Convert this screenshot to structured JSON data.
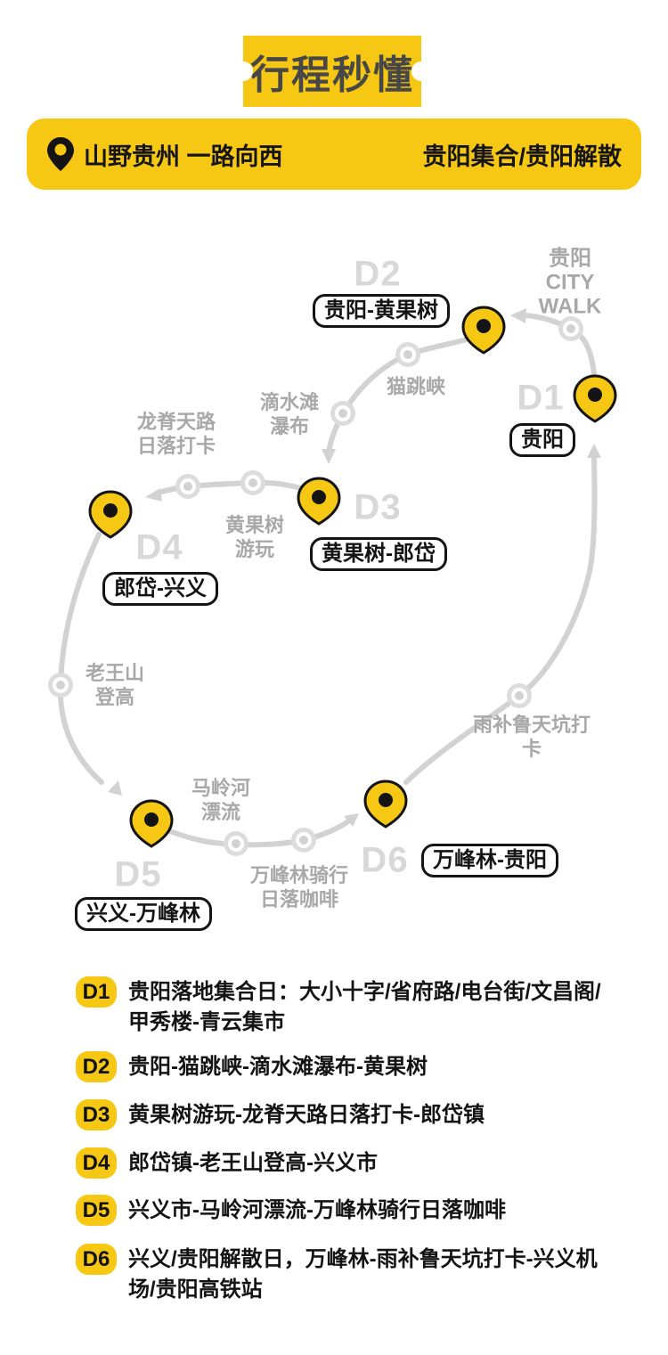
{
  "header": {
    "ribbon_title": "行程秒懂"
  },
  "info_bar": {
    "left": "山野贵州 一路向西",
    "right": "贵阳集合/贵阳解散"
  },
  "map": {
    "day_markers": {
      "d1": {
        "tag": "D1",
        "box": "贵阳"
      },
      "d2": {
        "tag": "D2",
        "box": "贵阳-黄果树"
      },
      "d3": {
        "tag": "D3",
        "box": "黄果树-郎岱"
      },
      "d4": {
        "tag": "D4",
        "box": "郎岱-兴义"
      },
      "d5": {
        "tag": "D5",
        "box": "兴义-万峰林"
      },
      "d6": {
        "tag": "D6",
        "box": "万峰林-贵阳"
      }
    },
    "waypoint_labels": {
      "guiyang_citywalk": "贵阳\nCITY WALK",
      "maotiaoxia": "猫跳峡",
      "dishuitan": "滴水滩\n瀑布",
      "longji": "龙脊天路\n日落打卡",
      "huangguoshu": "黄果树\n游玩",
      "laowangshan": "老王山\n登高",
      "malinghe": "马岭河\n漂流",
      "wanfenglin_riding": "万峰林骑行\n日落咖啡",
      "yubulu": "雨补鲁天坑打卡"
    }
  },
  "itinerary": {
    "items": [
      {
        "day": "D1",
        "desc": "贵阳落地集合日：大小十字/省府路/电台街/文昌阁/甲秀楼-青云集市"
      },
      {
        "day": "D2",
        "desc": "贵阳-猫跳峡-滴水滩瀑布-黄果树"
      },
      {
        "day": "D3",
        "desc": "黄果树游玩-龙脊天路日落打卡-郎岱镇"
      },
      {
        "day": "D4",
        "desc": "郎岱镇-老王山登高-兴义市"
      },
      {
        "day": "D5",
        "desc": "兴义市-马岭河漂流-万峰林骑行日落咖啡"
      },
      {
        "day": "D6",
        "desc": "兴义/贵阳解散日，万峰林-雨补鲁天坑打卡-兴义机场/贵阳高铁站"
      }
    ]
  },
  "colors": {
    "accent_yellow": "#F6C814",
    "route_gray": "#D2D2D2",
    "day_tag_gray": "#D8D8D8",
    "waypoint_label_gray": "#A8A8A8",
    "ink_black": "#141414",
    "ribbon_text": "#474747"
  }
}
